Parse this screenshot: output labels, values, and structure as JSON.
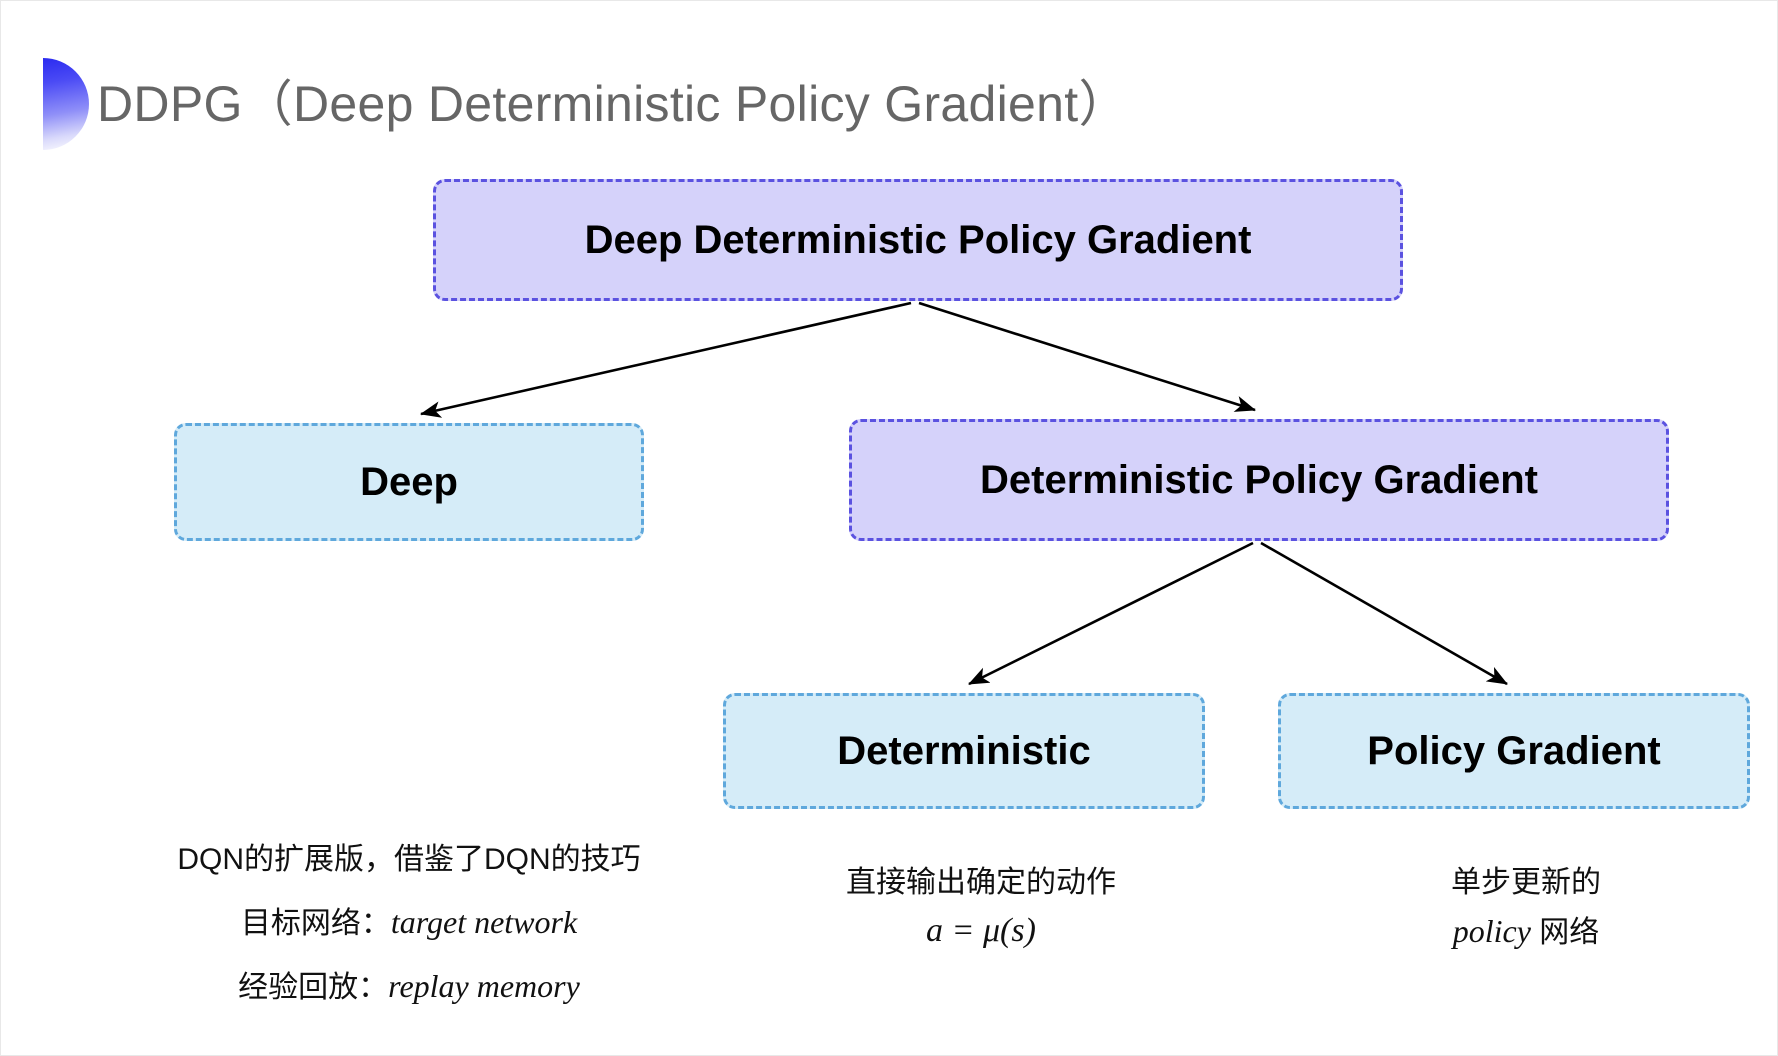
{
  "slide": {
    "title": "DDPG（Deep Deterministic Policy Gradient）",
    "accent_blue": "#2b2bf0",
    "title_color": "#666666",
    "background": "#ffffff"
  },
  "diagram": {
    "type": "tree",
    "node_fill_purple": "#d5d2fa",
    "node_border_purple": "#5b52e0",
    "node_fill_blue": "#d5ecf8",
    "node_border_blue": "#5fa8dc",
    "arrow_color": "#000000",
    "nodes": [
      {
        "id": "root",
        "label": "Deep Deterministic Policy Gradient",
        "style": "purple"
      },
      {
        "id": "deep",
        "label": "Deep",
        "style": "blue"
      },
      {
        "id": "dpg",
        "label": "Deterministic Policy Gradient",
        "style": "purple"
      },
      {
        "id": "deterministic",
        "label": "Deterministic",
        "style": "blue"
      },
      {
        "id": "policy_gradient",
        "label": "Policy Gradient",
        "style": "blue"
      }
    ],
    "edges": [
      {
        "from": "root",
        "to": "deep"
      },
      {
        "from": "root",
        "to": "dpg"
      },
      {
        "from": "dpg",
        "to": "deterministic"
      },
      {
        "from": "dpg",
        "to": "policy_gradient"
      }
    ]
  },
  "captions": {
    "left": {
      "line1": "DQN的扩展版，借鉴了DQN的技巧",
      "line2_label": "目标网络：",
      "line2_term": "target network",
      "line3_label": "经验回放：",
      "line3_term": "replay memory"
    },
    "middle": {
      "line1": "直接输出确定的动作",
      "formula": "a = μ(s)"
    },
    "right": {
      "line1": "单步更新的",
      "term": "policy",
      "line2_suffix": " 网络"
    }
  }
}
